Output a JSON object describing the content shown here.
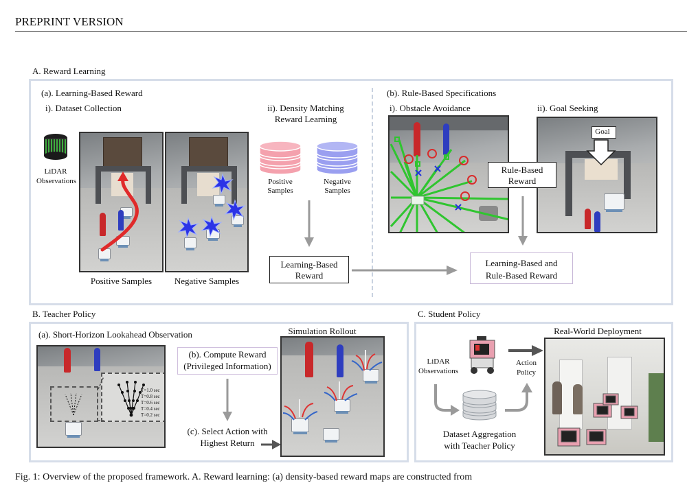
{
  "header": {
    "running_title": "PREPRINT VERSION"
  },
  "section_a": {
    "title": "A. Reward Learning",
    "learning": {
      "title": "(a). Learning-Based Reward",
      "step1": "i). Dataset Collection",
      "lidar_label_1": "LiDAR",
      "lidar_label_2": "Observations",
      "positive_caption": "Positive Samples",
      "negative_caption": "Negative Samples",
      "step2_line1": "ii). Density Matching",
      "step2_line2": "Reward Learning",
      "pos_db_1": "Positive",
      "pos_db_2": "Samples",
      "neg_db_1": "Negative",
      "neg_db_2": "Samples",
      "result_line1": "Learning-Based",
      "result_line2": "Reward"
    },
    "rule": {
      "title": "(b). Rule-Based Specifications",
      "step1": "i). Obstacle Avoidance",
      "step2": "ii). Goal Seeking",
      "goal_label": "Goal",
      "rule_box_line1": "Rule-Based",
      "rule_box_line2": "Reward",
      "combined_line1": "Learning-Based and",
      "combined_line2": "Rule-Based Reward"
    }
  },
  "section_b": {
    "title": "B. Teacher Policy",
    "obs_title": "(a). Short-Horizon Lookahead Observation",
    "time_labels": [
      "T=1.0 sec",
      "T=0.8 sec",
      "T=0.6 sec",
      "T=0.4 sec",
      "T=0.2 sec"
    ],
    "compute_line1": "(b). Compute Reward",
    "compute_line2": "(Privileged Information)",
    "select_line1": "(c). Select Action with",
    "select_line2": "Highest Return",
    "rollout_title": "Simulation Rollout"
  },
  "section_c": {
    "title": "C. Student Policy",
    "lidar_1": "LiDAR",
    "lidar_2": "Observations",
    "action_1": "Action",
    "action_2": "Policy",
    "aggregation_1": "Dataset Aggregation",
    "aggregation_2": "with Teacher Policy",
    "deployment_title": "Real-World Deployment"
  },
  "caption": "Fig. 1: Overview of the proposed framework. A. Reward learning: (a) density-based reward maps are constructed from",
  "colors": {
    "panel_border": "#d6dde9",
    "positive_db": "#f4a1ad",
    "negative_db": "#9a9ff0",
    "arrow_gray": "#9a9a9a",
    "lidar_ray": "#2fc52f",
    "obstacle_circle": "#d92b2b"
  }
}
